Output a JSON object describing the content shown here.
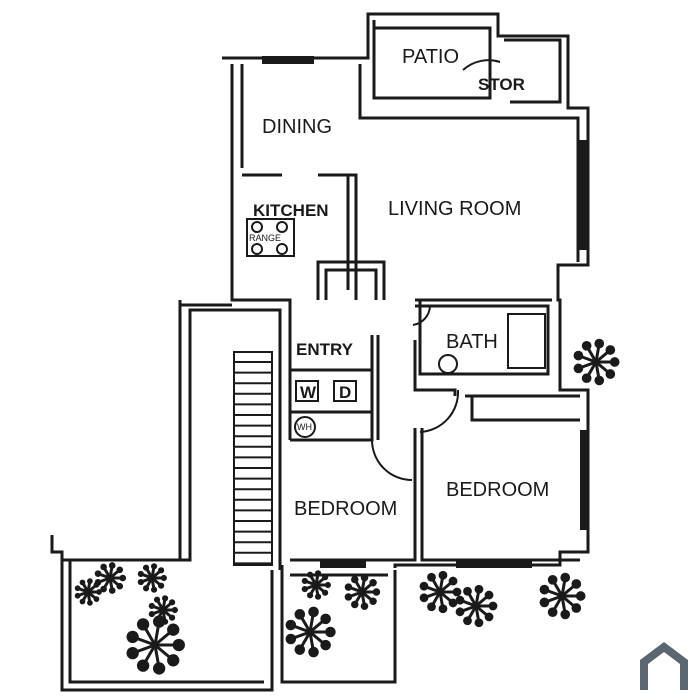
{
  "rooms": {
    "patio": "PATIO",
    "storage": "STOR",
    "dining": "DINING",
    "kitchen": "KITCHEN",
    "range": "RANGE",
    "living_room": "LIVING ROOM",
    "entry": "ENTRY",
    "bath": "BATH",
    "bedroom_small": "BEDROOM",
    "bedroom_large": "BEDROOM"
  },
  "appliances": {
    "washer": "W",
    "dryer": "D",
    "water_heater": "WH"
  },
  "colors": {
    "ink": "#1a1a1a",
    "logo": "#5a6770"
  }
}
